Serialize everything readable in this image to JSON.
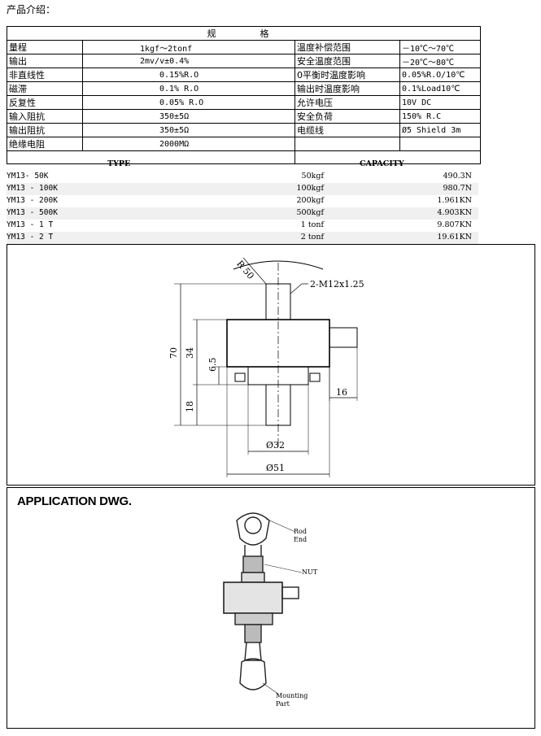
{
  "intro": "产品介绍：",
  "spec_table": {
    "header": "规格",
    "rows": [
      {
        "l1": "量程",
        "v1": "1kgf～2tonf",
        "l2": "温度补偿范围",
        "v2": "－10℃～70℃"
      },
      {
        "l1": "输出",
        "v1": "2mv/v±0.4%",
        "l2": "安全温度范围",
        "v2": "－20℃～80℃"
      },
      {
        "l1": "非直线性",
        "v1": "0.15%R.O",
        "l2": "0平衡时温度影响",
        "v2": "0.05%R.O/10℃"
      },
      {
        "l1": "磁滞",
        "v1": "0.1% R.O",
        "l2": "输出时温度影响",
        "v2": "0.1%Load10℃"
      },
      {
        "l1": "反复性",
        "v1": "0.05% R.O",
        "l2": "允许电压",
        "v2": "10V DC"
      },
      {
        "l1": "输入阻抗",
        "v1": "350±5Ω",
        "l2": "安全负荷",
        "v2": "150% R.C"
      },
      {
        "l1": "输出阻抗",
        "v1": "350±5Ω",
        "l2": "电缆线",
        "v2": "Ø5 Shield 3m"
      },
      {
        "l1": "绝缘电阻",
        "v1": "2000MΩ",
        "l2": "",
        "v2": ""
      },
      {
        "l1": "",
        "v1": "",
        "l2": "",
        "v2": ""
      }
    ]
  },
  "capacity_table": {
    "type_header": "TYPE",
    "capacity_header": "CAPACITY",
    "rows": [
      {
        "type": "YM13- 50K",
        "capacity": "50kgf",
        "force": "490.3N"
      },
      {
        "type": "YM13 - 100K",
        "capacity": "100kgf",
        "force": "980.7N"
      },
      {
        "type": "YM13 - 200K",
        "capacity": "200kgf",
        "force": "1.961KN"
      },
      {
        "type": "YM13 - 500K",
        "capacity": "500kgf",
        "force": "4.903KN"
      },
      {
        "type": "YM13 - 1 T",
        "capacity": "1 tonf",
        "force": "9.807KN"
      },
      {
        "type": "YM13 - 2 T",
        "capacity": "2 tonf",
        "force": "19.61KN"
      }
    ]
  },
  "dimension_drawing": {
    "radius": "R 50",
    "thread": "2-M12x1.25",
    "dim_70": "70",
    "dim_34": "34",
    "dim_6_5": "6.5",
    "dim_18": "18",
    "dim_16": "16",
    "dim_d32": "Ø32",
    "dim_d51": "Ø51"
  },
  "application_drawing": {
    "title": "APPLICATION DWG.",
    "rod_end_1": "Rod",
    "rod_end_2": "End",
    "nut": "NUT",
    "mounting_1": "Mounting",
    "mounting_2": "Part"
  }
}
